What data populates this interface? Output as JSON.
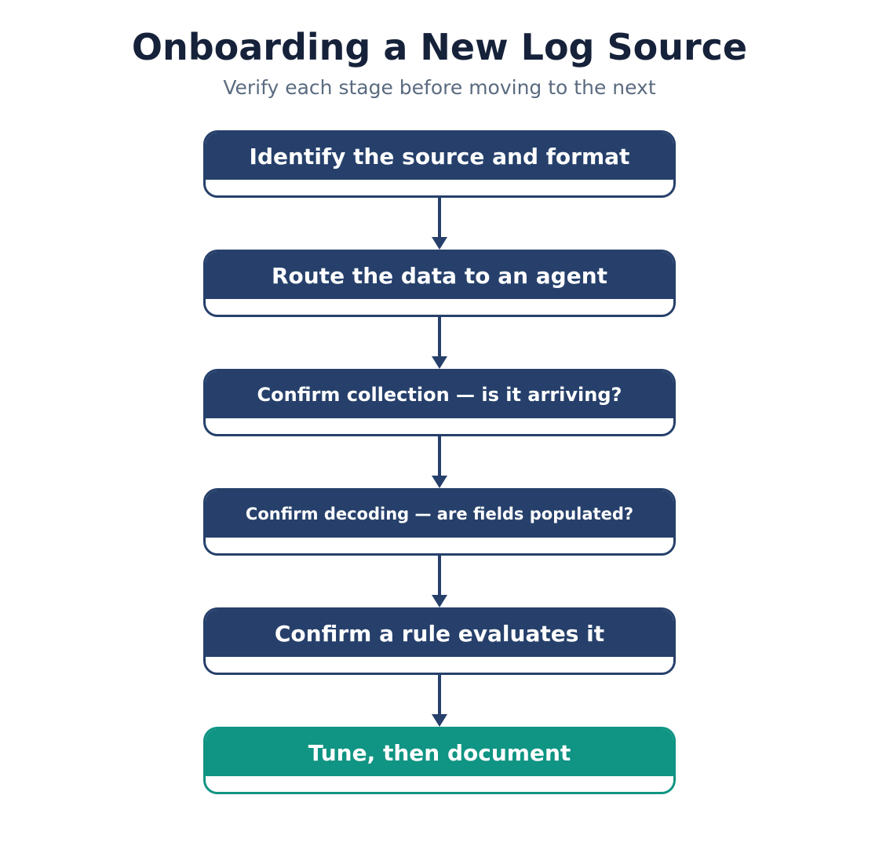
{
  "header": {
    "title": "Onboarding a New Log Source",
    "subtitle": "Verify each stage before moving to the next"
  },
  "steps": [
    {
      "label": "Identify the source and format"
    },
    {
      "label": "Route the data to an agent"
    },
    {
      "label": "Confirm collection — is it arriving?"
    },
    {
      "label": "Confirm decoding — are fields populated?"
    },
    {
      "label": "Confirm a rule evaluates it"
    },
    {
      "label": "Tune, then document"
    }
  ],
  "colors": {
    "step": "#26406b",
    "final_step": "#109483",
    "title": "#16213a",
    "subtitle": "#5b6b80"
  }
}
